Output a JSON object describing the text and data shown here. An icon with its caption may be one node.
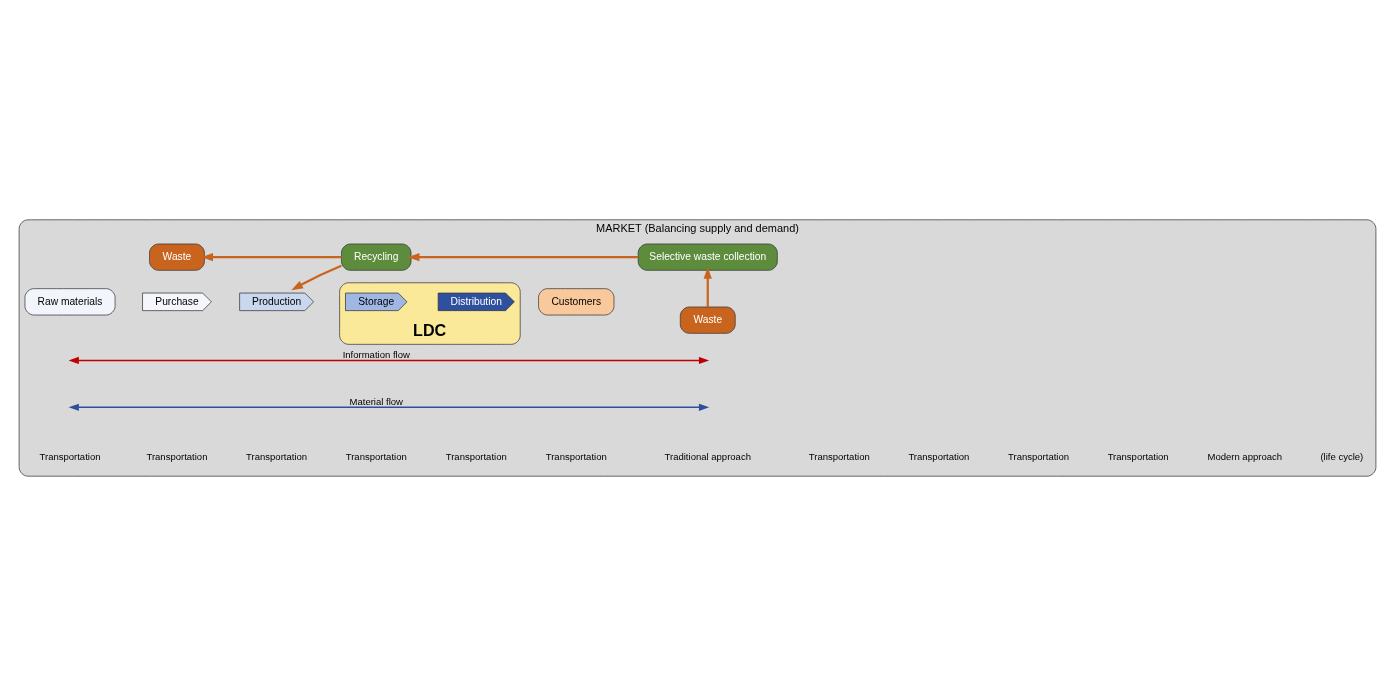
{
  "diagram": {
    "nodes": [
      {
        "text": [
          "MARKET (Balancing supply and demand)"
        ]
      },
      {
        "text": [
          "Raw materials"
        ],
        "in": 0
      },
      {
        "text": [
          "Purchase"
        ],
        "in": 0
      },
      {
        "text": [
          "Production"
        ],
        "in": 0
      },
      {
        "text": [
          "LDC"
        ],
        "in": 0
      },
      {
        "text": [
          "Storage"
        ],
        "in": 4
      },
      {
        "text": [
          "Distribution"
        ],
        "in": 4
      },
      {
        "text": [
          "Customers"
        ],
        "in": 0
      },
      {
        "text": [
          "Waste"
        ],
        "in": 0
      },
      {
        "text": [
          "Selective waste collection"
        ],
        "in": 0
      },
      {
        "text": [
          "Recycling"
        ],
        "in": 0
      },
      {
        "text": [
          "Waste"
        ],
        "in": 0
      }
    ],
    "edges": [
      {
        "from": 8,
        "to": 9,
        "arrow": "to"
      },
      {
        "from": 9,
        "to": 10,
        "arrow": "to"
      },
      {
        "from": 10,
        "to": 3,
        "arrow": "to"
      },
      {
        "from": 10,
        "to": 11,
        "arrow": "to"
      }
    ],
    "labels": [
      "Information flow",
      "Material flow",
      "Transportation",
      "Transportation",
      "Transportation",
      "Transportation",
      "Transportation",
      "Transportation",
      "Traditional approach",
      "Transportation",
      "Transportation",
      "Transportation",
      "Transportation",
      "Modern approach",
      "(life cycle)"
    ]
  }
}
